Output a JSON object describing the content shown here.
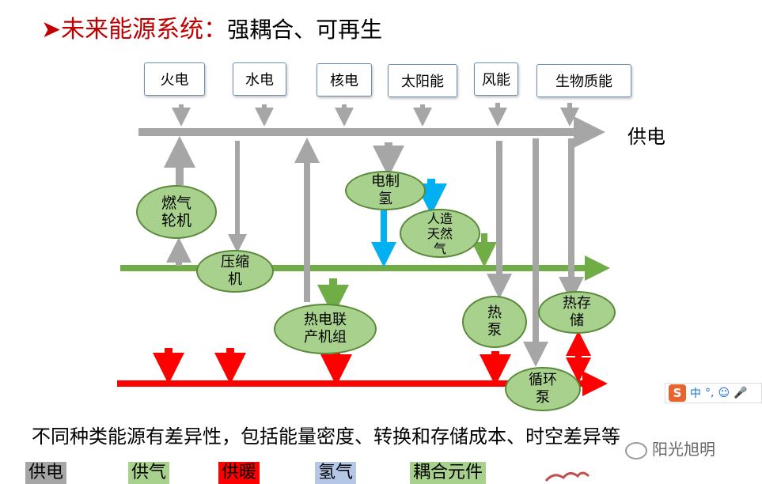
{
  "title": {
    "bullet": "➤",
    "main": "未来能源系统：",
    "sub": "强耦合、可再生"
  },
  "sources": [
    "火电",
    "水电",
    "核电",
    "太阳能",
    "风能",
    "生物质能"
  ],
  "bus_label": "供电",
  "nodes": {
    "gas_turbine": [
      "燃气",
      "轮机"
    ],
    "compressor": [
      "压缩",
      "机"
    ],
    "electrolysis": [
      "电制",
      "氢"
    ],
    "synthetic_gas": [
      "人造",
      "天然",
      "气"
    ],
    "chp": [
      "热电联",
      "产机组"
    ],
    "heat_pump": [
      "热",
      "泵"
    ],
    "heat_storage": [
      "热存",
      "储"
    ],
    "circulation_pump": [
      "循环",
      "泵"
    ]
  },
  "caption": "不同种类能源有差异性，包括能量密度、转换和存储成本、时空差异等",
  "legend": [
    {
      "label": "供电",
      "color": "#a6a6a6"
    },
    {
      "label": "供气",
      "color": "#a9d18e"
    },
    {
      "label": "供暖",
      "color": "#ff0000"
    },
    {
      "label": "氢气",
      "color": "#b4c7e7"
    },
    {
      "label": "耦合元件",
      "color": "#a9d18e"
    }
  ],
  "colors": {
    "power": "#a6a6a6",
    "gas": "#70ad47",
    "heat": "#ff0000",
    "hydrogen": "#00b0f0"
  },
  "toolbar": {
    "logo": "S",
    "lang": "中",
    "punct": "°,",
    "emoji": "☺",
    "mic": "🎤"
  },
  "watermark": "阳光旭明"
}
